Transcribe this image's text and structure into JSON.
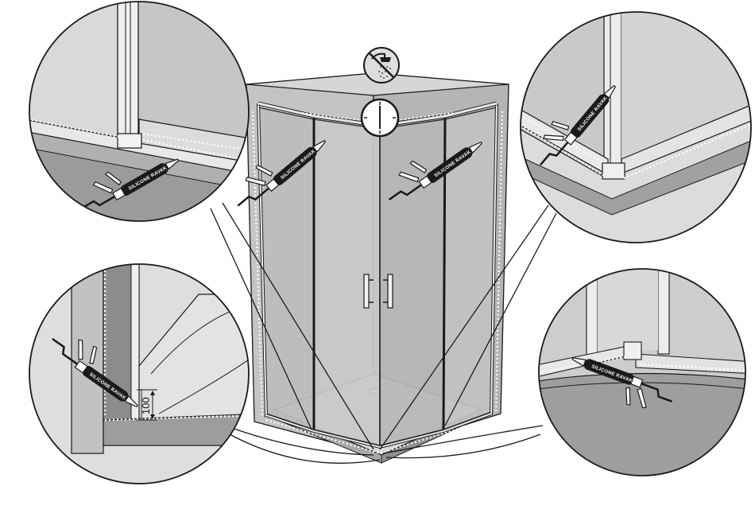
{
  "figure": {
    "product": "corner shower enclosure",
    "step": "silicone sealing",
    "colors": {
      "outline": "#1a1a1a",
      "glass": "#b9b9b9",
      "glass_light": "#d4d4d4",
      "wall": "#c8c8c8",
      "tray": "#d9d9d9",
      "frame": "#ededed",
      "silicone_dots": "#ffffff",
      "gun_body": "#1a1a1a"
    }
  },
  "labels": {
    "gun_text_main_left": "SILICONE RAVAK",
    "gun_text_main_right": "SILICONE RAVAK",
    "gun_text_top_left": "SILICONE RAVAK",
    "gun_text_top_right": "SILICONE RAVAK",
    "gun_text_bottom_left": "SILICONE RAVAK",
    "gun_text_bottom_right": "SILICONE RAVAK",
    "dimension_value": "100"
  },
  "icons": {
    "no_shower": "no-shower-icon",
    "wait_time": "clock-icon"
  }
}
